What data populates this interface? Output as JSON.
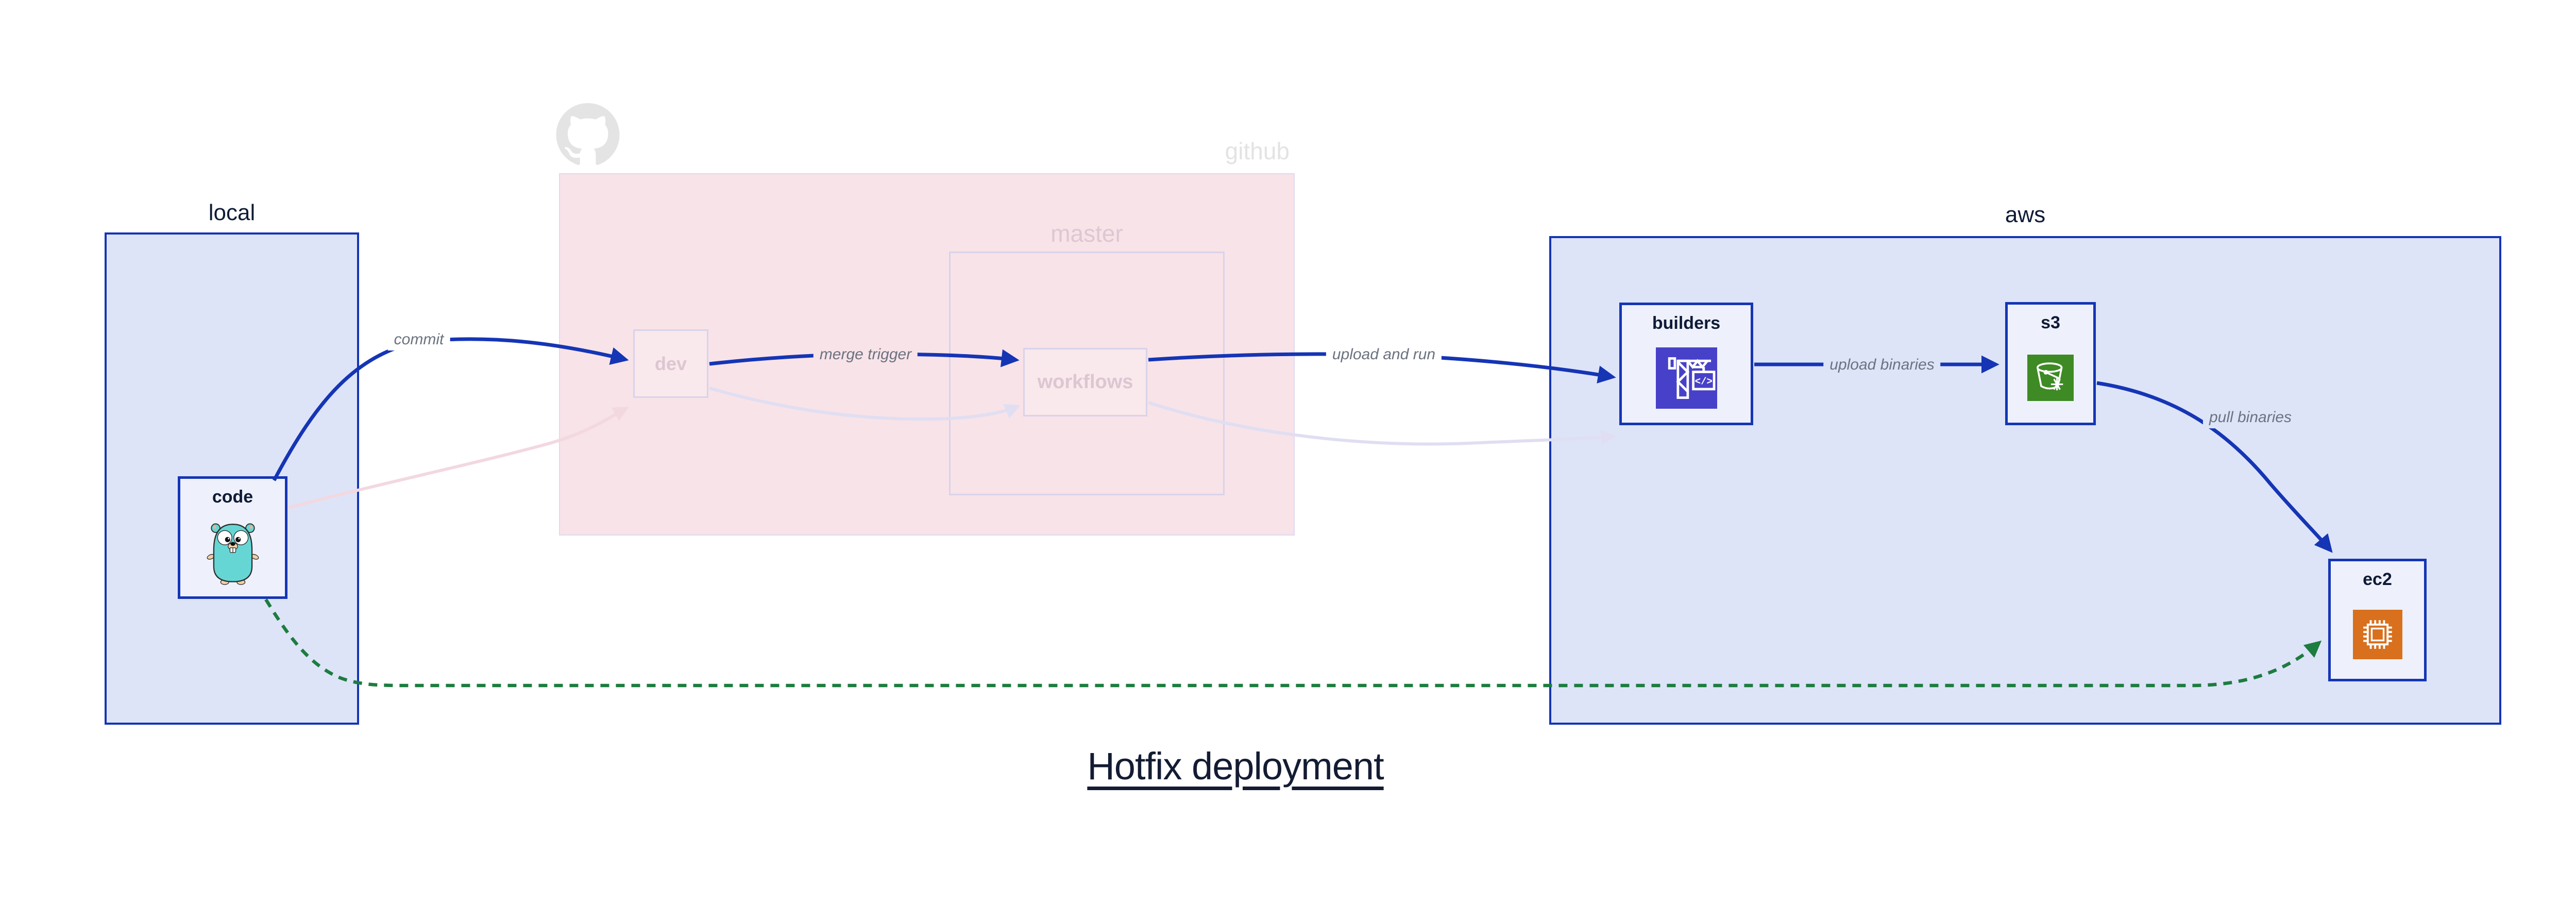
{
  "diagram": {
    "title": "Hotfix deployment",
    "containers": {
      "local": {
        "label": "local"
      },
      "github": {
        "label": "github",
        "logo_icon": "github-octocat-icon",
        "sub_container": {
          "label": "master"
        }
      },
      "aws": {
        "label": "aws"
      }
    },
    "nodes": {
      "code": {
        "label": "code",
        "icon": "go-gopher-icon",
        "container": "local",
        "state": "active"
      },
      "dev": {
        "label": "dev",
        "icon": "",
        "container": "github",
        "state": "faded"
      },
      "workflows": {
        "label": "workflows",
        "icon": "",
        "container": "github.master",
        "state": "faded"
      },
      "builders": {
        "label": "builders",
        "icon": "codebuild-crane-icon",
        "container": "aws",
        "state": "active"
      },
      "s3": {
        "label": "s3",
        "icon": "s3-glacier-bucket-icon",
        "container": "aws",
        "state": "active"
      },
      "ec2": {
        "label": "ec2",
        "icon": "ec2-chip-icon",
        "container": "aws",
        "state": "active"
      }
    },
    "edges": [
      {
        "from": "code",
        "to": "dev",
        "label": "commit",
        "style": "solid-blue"
      },
      {
        "from": "dev",
        "to": "workflows",
        "label": "merge trigger",
        "style": "solid-blue"
      },
      {
        "from": "workflows",
        "to": "builders",
        "label": "upload and run",
        "style": "solid-blue"
      },
      {
        "from": "builders",
        "to": "s3",
        "label": "upload binaries",
        "style": "solid-blue"
      },
      {
        "from": "s3",
        "to": "ec2",
        "label": "pull binaries",
        "style": "solid-blue"
      },
      {
        "from": "code",
        "to": "ec2",
        "label": "",
        "style": "dashed-green-hotfix"
      },
      {
        "from": "code",
        "to": "dev",
        "label": "",
        "style": "faded-pink"
      },
      {
        "from": "dev",
        "to": "workflows",
        "label": "",
        "style": "faded-lavender"
      },
      {
        "from": "workflows",
        "to": "builders",
        "label": "",
        "style": "faded-lavender"
      }
    ],
    "colors": {
      "accent_blue": "#1535b5",
      "hotfix_green": "#1d7c3f",
      "container_fill_lavender": "#dde4f8",
      "github_fill_pink": "#f8e3e8",
      "node_fill": "#eef1fc",
      "faded_border": "#d8d3ea",
      "faded_text": "#dcc6d1",
      "muted_gray": "#e3e3e3",
      "edge_label_gray": "#6b7280",
      "gopher_teal": "#65d6d6",
      "codebuild_indigo": "#4741c9",
      "s3_green": "#3e8a24",
      "ec2_orange": "#d8701d",
      "title_navy": "#131c33"
    }
  }
}
